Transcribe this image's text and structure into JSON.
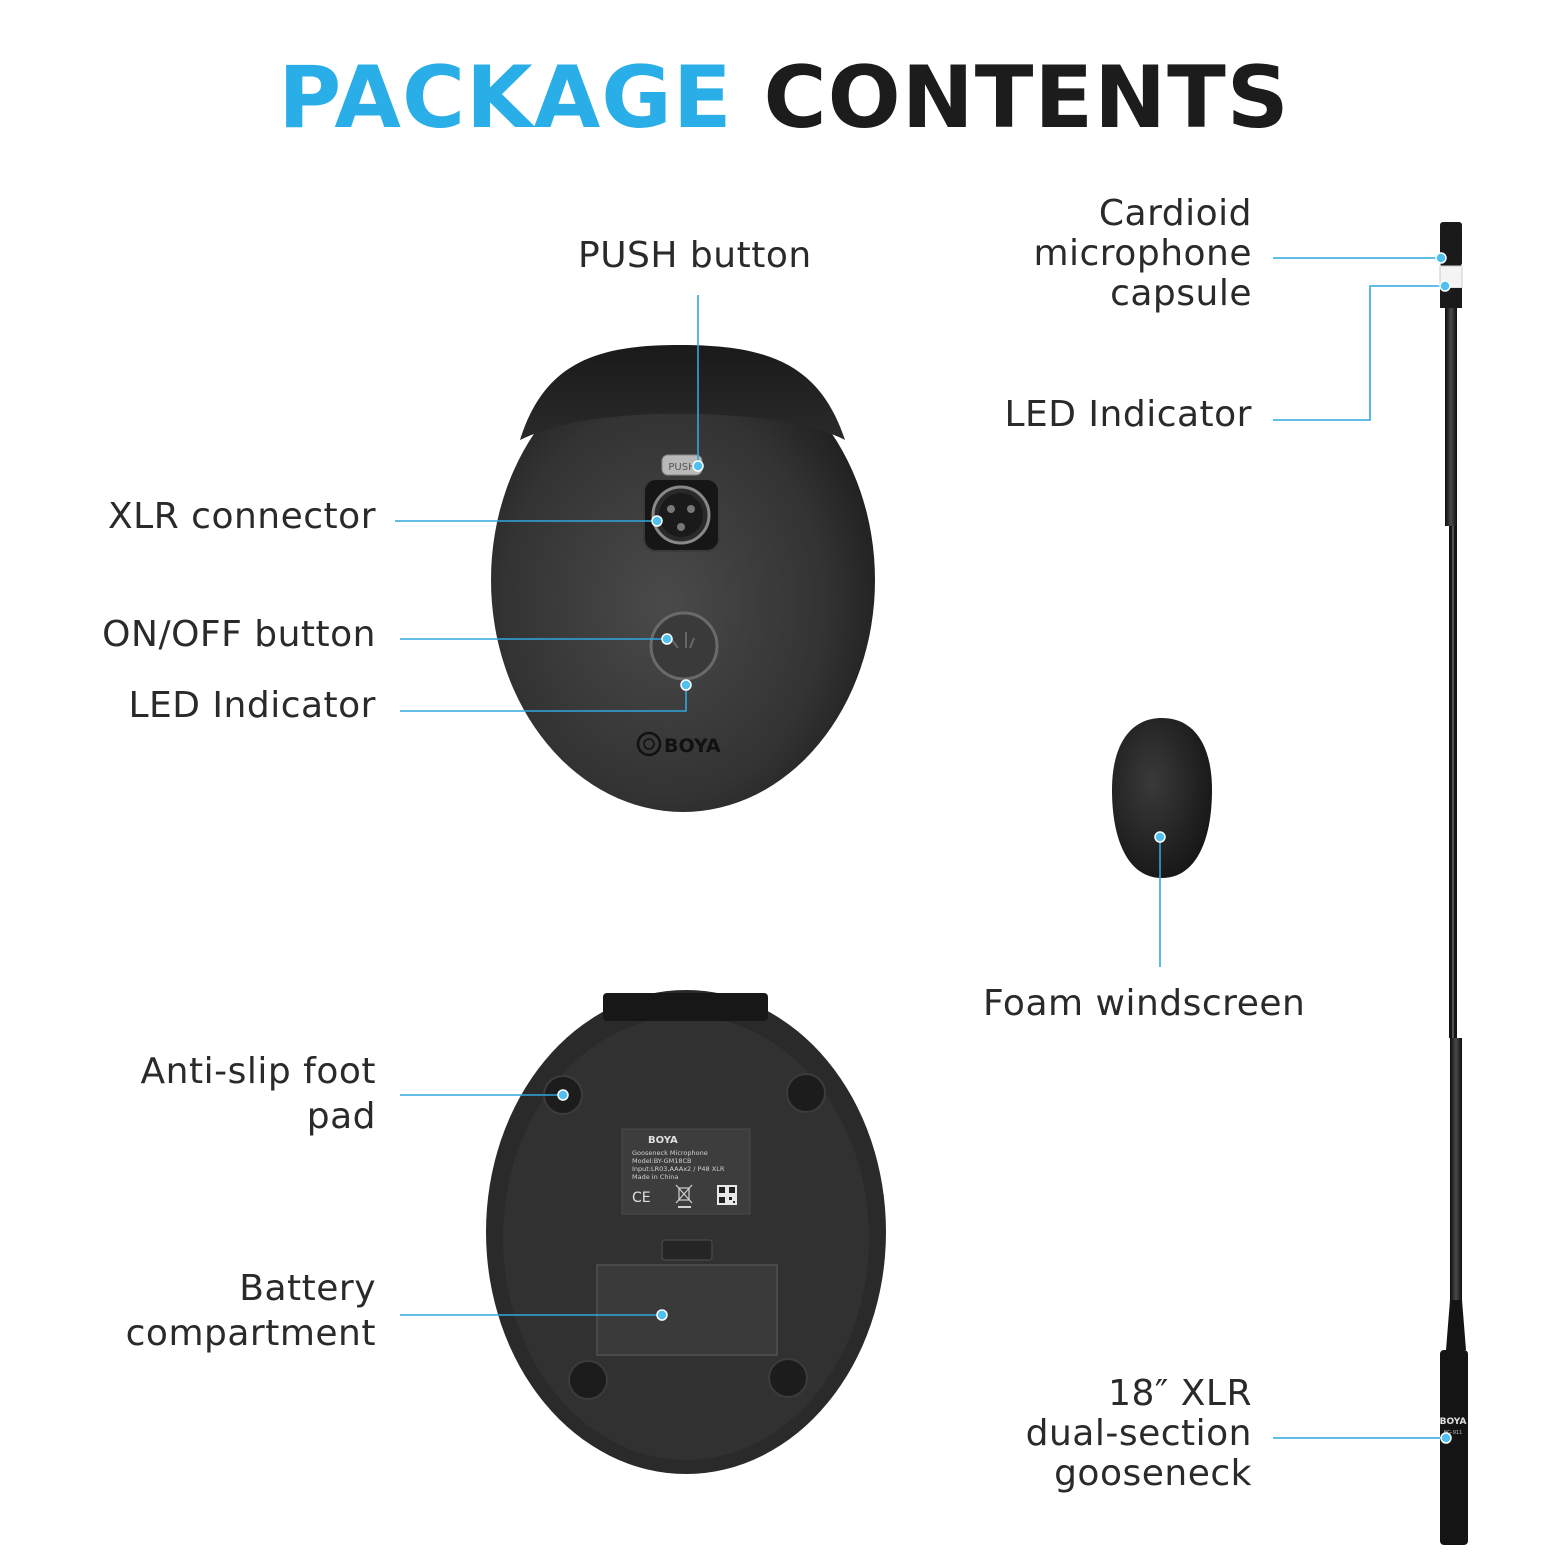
{
  "title": {
    "part1": "PACKAGE",
    "part2": "CONTENTS"
  },
  "colors": {
    "accent": "#29aee8",
    "callout": "#2fa8de",
    "dark": "#1c1c1c",
    "device": "#2b2b2b"
  },
  "labels": {
    "push_button": "PUSH button",
    "xlr_connector": "XLR connector",
    "on_off_button": "ON/OFF button",
    "led_indicator_base": "LED Indicator",
    "capsule_line1": "Cardioid",
    "capsule_line2": "microphone",
    "capsule_line3": "capsule",
    "led_indicator_mic": "LED Indicator",
    "foam_windscreen": "Foam windscreen",
    "anti_slip_line1": "Anti-slip foot",
    "anti_slip_line2": "pad",
    "battery_line1": "Battery",
    "battery_line2": "compartment",
    "gooseneck_line1": "18″ XLR",
    "gooseneck_line2": "dual-section",
    "gooseneck_line3": "gooseneck"
  },
  "device_text": {
    "brand": "BOYA",
    "push_label": "PUSH",
    "sticker_brand": "BOYA",
    "sticker_line1": "Gooseneck Microphone",
    "sticker_line2": "Model:BY-GM18CB",
    "sticker_line3": "Input:LR03,AAAx2 / P48 XLR",
    "sticker_line4": "Made in China",
    "ce_mark": "CE",
    "mic_brand": "BOYA",
    "mic_model": "BG-911"
  }
}
